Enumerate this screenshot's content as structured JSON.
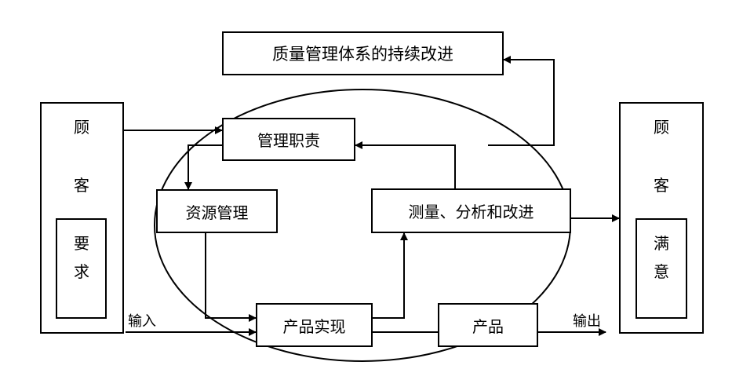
{
  "diagram": {
    "improvement": "质量管理体系的持续改进",
    "management": "管理职责",
    "resource": "资源管理",
    "measurement": "测量、分析和改进",
    "realization": "产品实现",
    "product": "产品",
    "input_label": "输入",
    "output_label": "输出",
    "left_customer": {
      "char1": "顾",
      "char2": "客",
      "inner1": "要",
      "inner2": "求"
    },
    "right_customer": {
      "char1": "顾",
      "char2": "客",
      "inner1": "满",
      "inner2": "意"
    }
  }
}
